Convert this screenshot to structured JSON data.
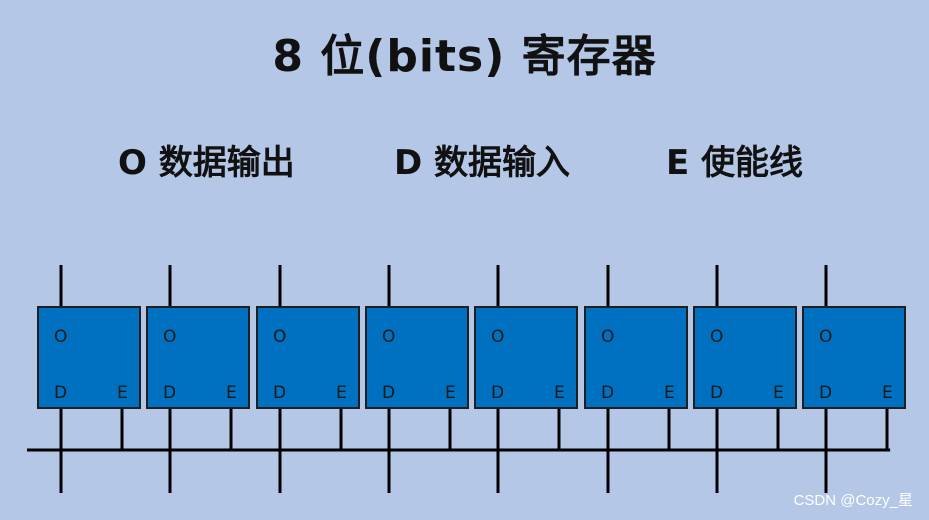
{
  "title": "8 位(bits) 寄存器",
  "legend": {
    "o": "O 数据输出",
    "d": "D 数据输入",
    "e": "E 使能线"
  },
  "register": {
    "bit_count": 8,
    "pin_labels": {
      "output": "O",
      "data": "D",
      "enable": "E"
    },
    "cell_fill": "#0070c0",
    "line_color": "#000000"
  },
  "watermark": "CSDN @Cozy_星"
}
